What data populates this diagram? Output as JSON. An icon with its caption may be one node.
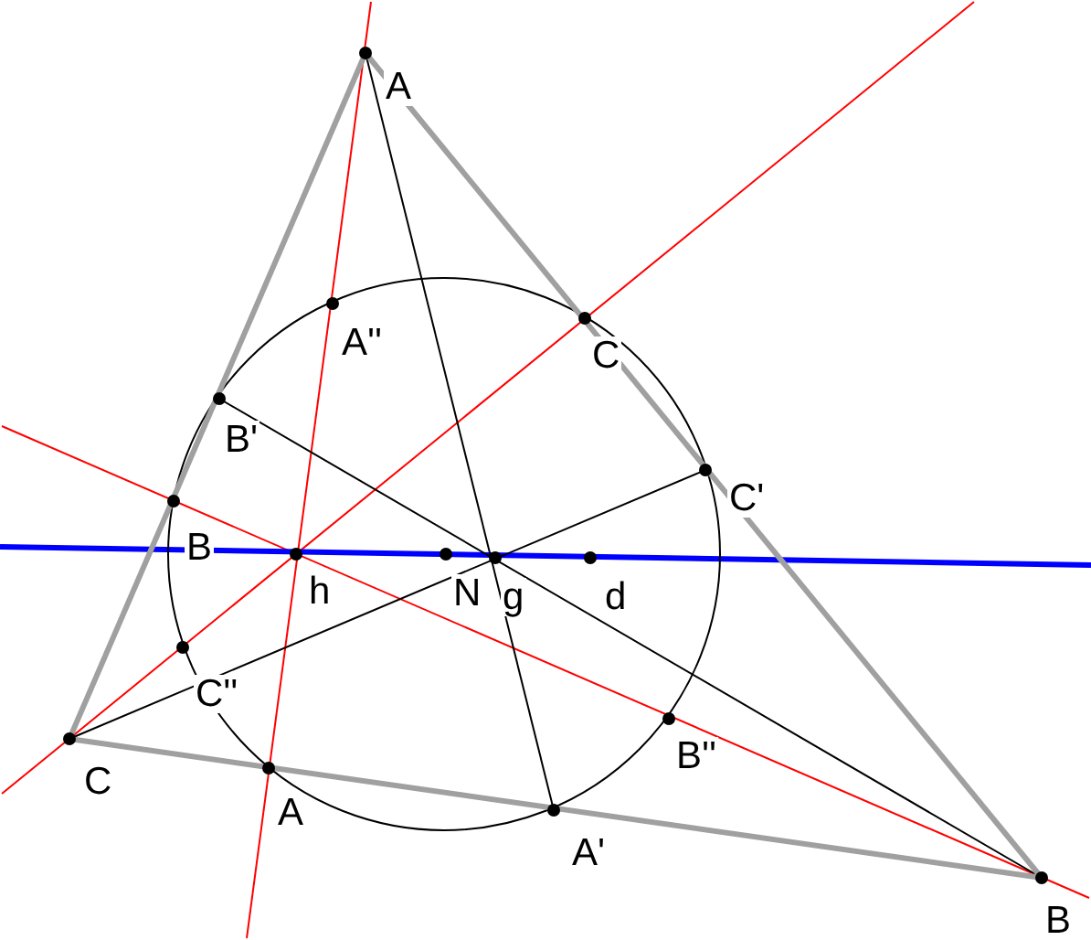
{
  "diagram": {
    "labels": [
      "A",
      "A''",
      "C",
      "B'",
      "C'",
      "B",
      "h",
      "N",
      "g",
      "d",
      "C''",
      "B''",
      "C",
      "A",
      "A'",
      "B"
    ]
  }
}
